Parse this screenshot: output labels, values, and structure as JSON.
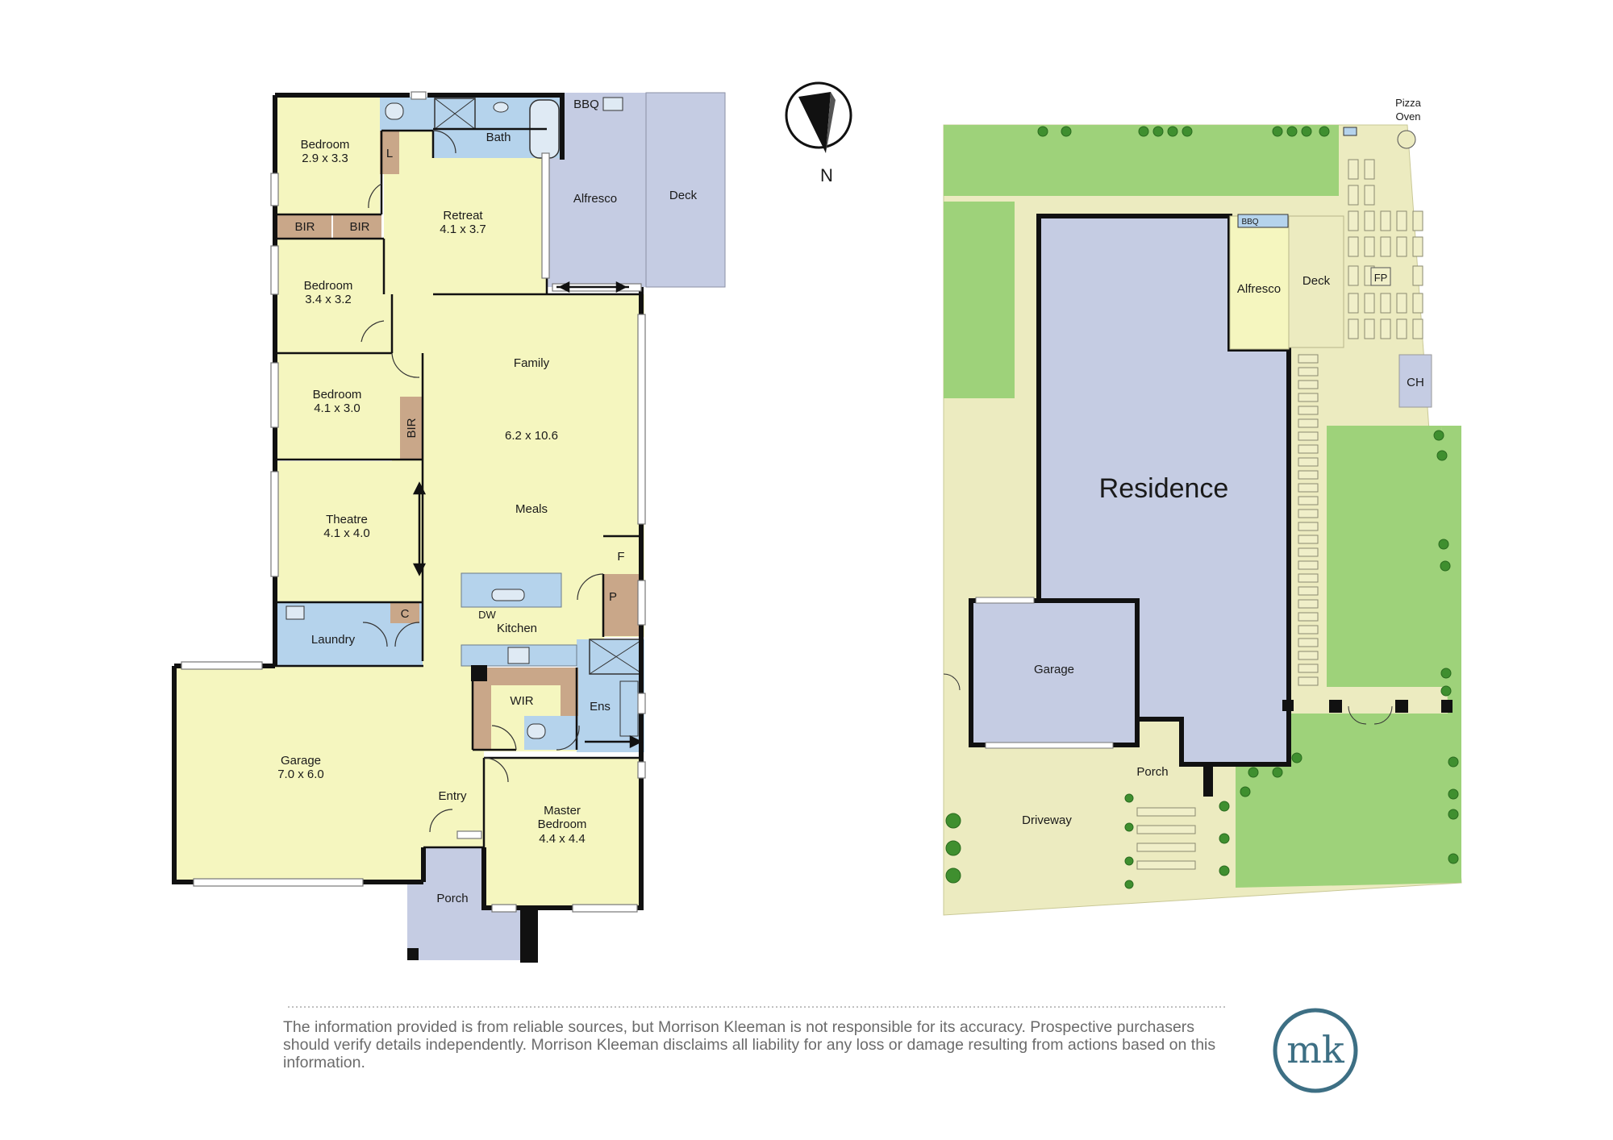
{
  "compass": {
    "label": "N"
  },
  "floor_plan": {
    "rooms": {
      "bedroom1": {
        "name": "Bedroom",
        "size": "2.9 x 3.3"
      },
      "bedroom2": {
        "name": "Bedroom",
        "size": "3.4 x 3.2"
      },
      "bedroom3": {
        "name": "Bedroom",
        "size": "4.1 x 3.0"
      },
      "theatre": {
        "name": "Theatre",
        "size": "4.1 x 4.0"
      },
      "retreat": {
        "name": "Retreat",
        "size": "4.1 x 3.7"
      },
      "family": {
        "name": "Family",
        "size": "6.2 x 10.6"
      },
      "meals": {
        "name": "Meals"
      },
      "kitchen": {
        "name": "Kitchen"
      },
      "garage": {
        "name": "Garage",
        "size": "7.0 x 6.0"
      },
      "master": {
        "name_line1": "Master",
        "name_line2": "Bedroom",
        "size": "4.4 x 4.4"
      },
      "bath": {
        "name": "Bath"
      },
      "alfresco": {
        "name": "Alfresco"
      },
      "deck": {
        "name": "Deck"
      },
      "laundry": {
        "name": "Laundry"
      },
      "entry": {
        "name": "Entry"
      },
      "porch": {
        "name": "Porch"
      },
      "wir": {
        "name": "WIR"
      },
      "ens": {
        "name": "Ens"
      }
    },
    "small_labels": {
      "bir1": "BIR",
      "bir2": "BIR",
      "bir3": "BIR",
      "linen": "L",
      "cupboard": "C",
      "pantry": "P",
      "fridge": "F",
      "dishwasher": "DW",
      "bbq": "BBQ"
    }
  },
  "site_plan": {
    "labels": {
      "residence": "Residence",
      "garage": "Garage",
      "alfresco": "Alfresco",
      "deck": "Deck",
      "porch": "Porch",
      "driveway": "Driveway",
      "bbq": "BBQ",
      "fp": "FP",
      "ch": "CH",
      "pizza_oven_line1": "Pizza",
      "pizza_oven_line2": "Oven"
    }
  },
  "footer": {
    "disclaimer": "The information provided is from reliable sources, but Morrison Kleeman is not responsible for its accuracy. Prospective purchasers should verify details independently. Morrison Kleeman disclaims all liability for any loss or damage resulting from actions based on this information.",
    "logo_text": "mk"
  },
  "colors": {
    "room_yellow": "#f5f6bf",
    "wet_blue": "#b5d3ec",
    "outdoor_lavender": "#c5cce3",
    "joinery_tan": "#c9a789",
    "lawn_green": "#9ed27a",
    "paving_beige": "#ecebc0",
    "brand_teal": "#3d6f84",
    "text_grey": "#6b6b6b"
  }
}
